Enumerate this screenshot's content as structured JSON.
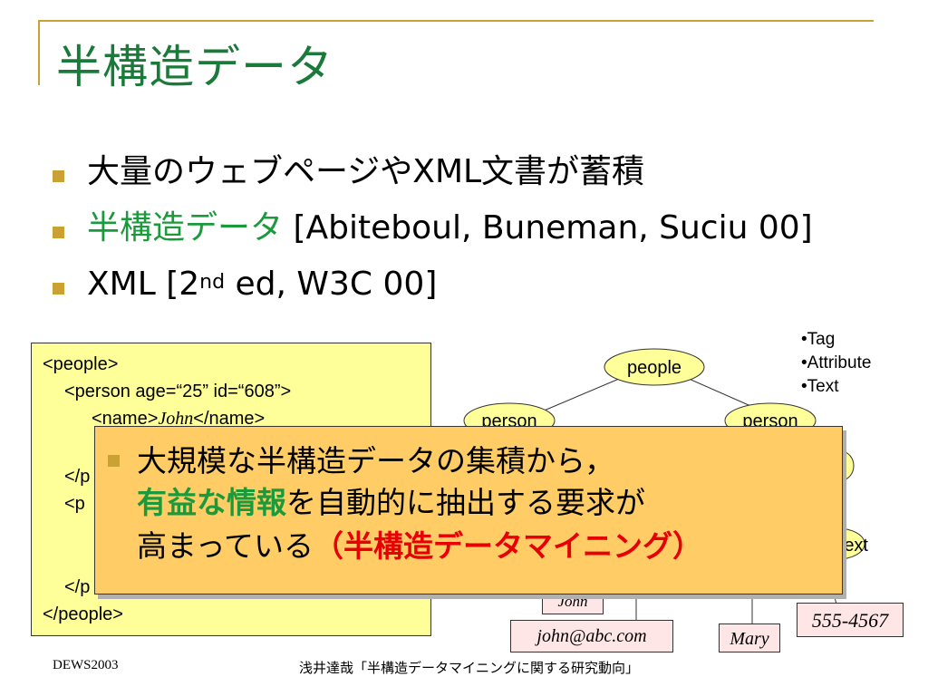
{
  "slide": {
    "title": "半構造データ",
    "bullets": [
      {
        "text": "大量のウェブページやXML文書が蓄積"
      },
      {
        "text_green": "半構造データ",
        "text_rest": " [Abiteboul, Buneman, Suciu 00]"
      },
      {
        "text_a": "XML [2",
        "sup": "nd",
        "text_b": " ed, W3C 00]"
      }
    ],
    "legend": [
      "•Tag",
      "•Attribute",
      "•Text"
    ],
    "xml_code": {
      "line1": "<people>",
      "line2": "<person age=“25” id=“608”>",
      "line3a": "<name>",
      "line3b": "John",
      "line3c": "</name>",
      "line4": "</p",
      "line5": "<p",
      "line6": "</p",
      "line7": "</people>"
    },
    "tree": {
      "root": "people",
      "node_left": "person",
      "node_right": "person",
      "node_text": "ext"
    },
    "values": {
      "john": "John",
      "email": "john@abc.com",
      "mary": "Mary",
      "phone": "555-4567"
    },
    "overlay": {
      "line1": "大規模な半構造データの集積から，",
      "line2_green": "有益な情報",
      "line2_rest": "を自動的に抽出する要求が",
      "line3_black": "高まっている",
      "line3_red": "（半構造データマイニング）"
    },
    "footer": {
      "left": "DEWS2003",
      "center": "浅井達哉「半構造データマイニングに関する研究動向」"
    }
  },
  "colors": {
    "title_green": "#1a7a3a",
    "accent_gold": "#c9a233",
    "xml_yellow": "#ffff99",
    "overlay_orange": "#ffcc66",
    "highlight_red": "#e60000",
    "value_pink": "#ffe6e6"
  }
}
